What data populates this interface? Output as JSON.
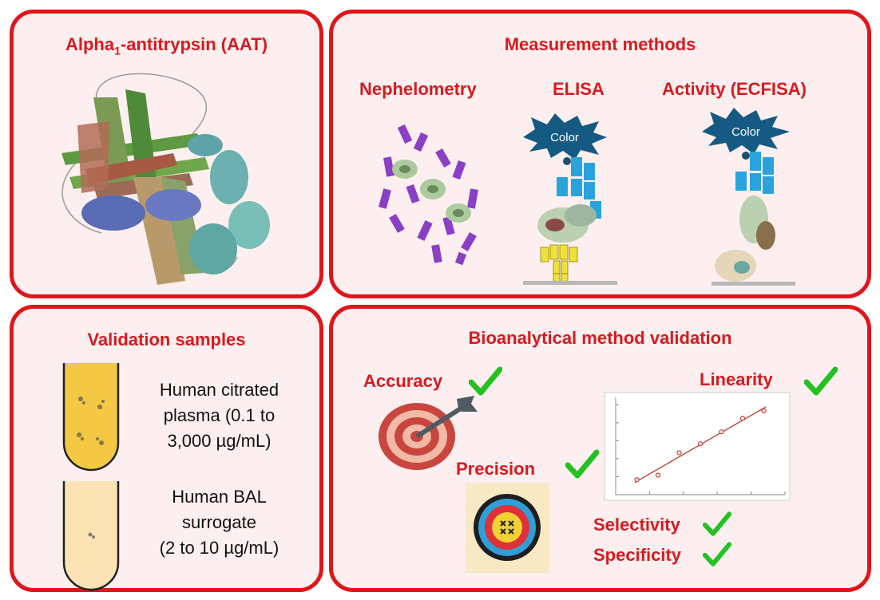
{
  "panels": {
    "aat": {
      "title_prefix": "Alpha",
      "title_sub": "1",
      "title_suffix": "-antitrypsin (AAT)"
    },
    "methods": {
      "title": "Measurement methods",
      "nephelometry": "Nephelometry",
      "elisa": "ELISA",
      "activity": "Activity (ECFISA)",
      "color_label_1": "Color",
      "color_label_2": "Color"
    },
    "samples": {
      "title": "Validation samples",
      "plasma_line1": "Human citrated",
      "plasma_line2": "plasma (0.1 to",
      "plasma_line3": "3,000 µg/mL)",
      "bal_line1": "Human BAL",
      "bal_line2": "surrogate",
      "bal_line3": "(2 to 10 µg/mL)"
    },
    "validation": {
      "title": "Bioanalytical method validation",
      "accuracy": "Accuracy",
      "linearity": "Linearity",
      "precision": "Precision",
      "selectivity": "Selectivity",
      "specificity": "Specificity"
    }
  },
  "colors": {
    "border": "#e0141b",
    "panel_bg": "#fdefef",
    "heading": "#d9191e",
    "check": "#22c222",
    "plasma": "#f4c842",
    "bal": "#fbe3b4",
    "antibody_purple": "#8a3fc4",
    "antibody_blue": "#2aa3dc",
    "antibody_yellow": "#f0e03a",
    "starburst": "#155a82"
  },
  "linearity_plot": {
    "points": [
      [
        1,
        1.0
      ],
      [
        2,
        1.3
      ],
      [
        3,
        2.8
      ],
      [
        4,
        3.4
      ],
      [
        5,
        4.2
      ],
      [
        6,
        5.1
      ],
      [
        7,
        5.6
      ]
    ]
  }
}
